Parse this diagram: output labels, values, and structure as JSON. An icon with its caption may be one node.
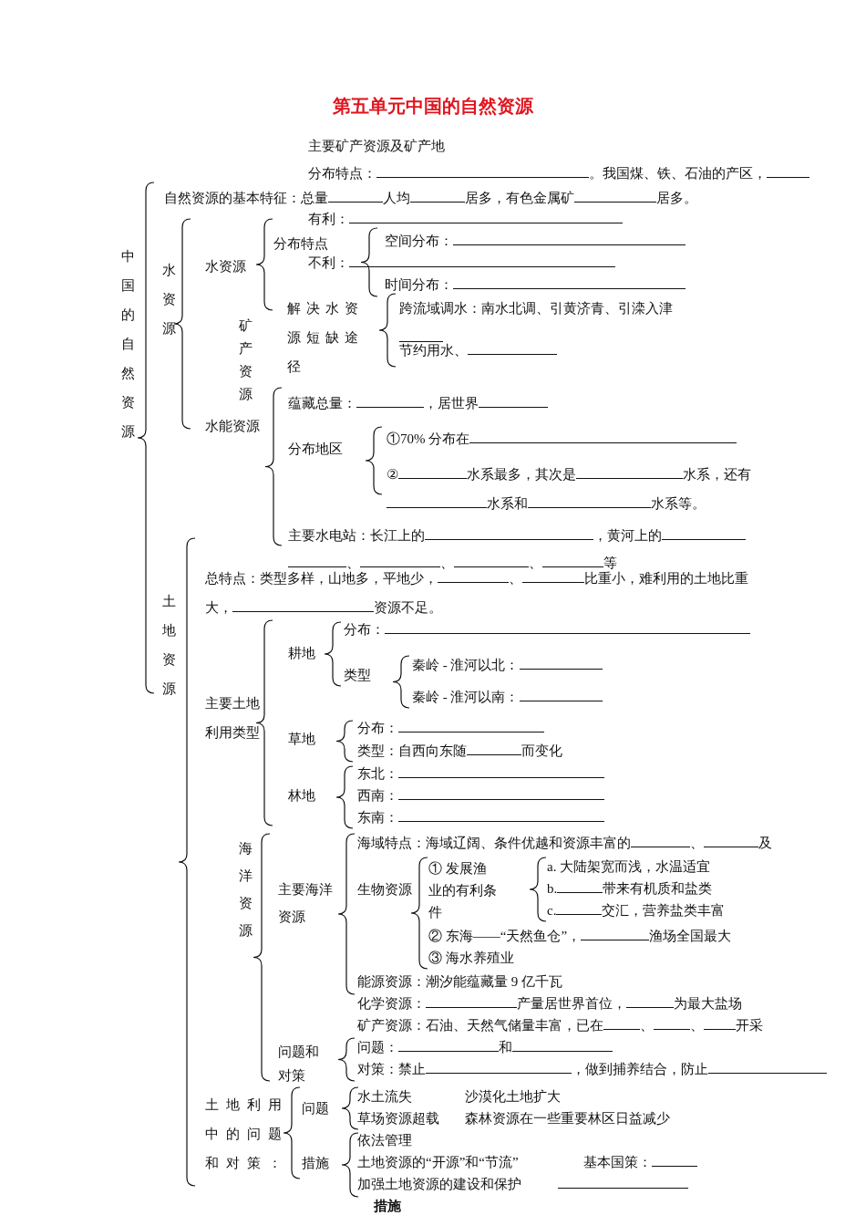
{
  "diagram": {
    "title": "第五单元中国的自然资源",
    "labels": [
      "分布特点：",
      "。我国煤、铁、石油的产区，",
      "自然资源的基本特征：总量",
      "人均",
      "居多，有色金属矿",
      "居多。",
      "中国的自然资源",
      "水资源",
      "水资源",
      "分布特点",
      "有利：",
      "不利：",
      "空间分布：",
      "时间分布：",
      "主要矿产资源及矿产地",
      "解决水资源短缺途径",
      "跨流域调水：南水北调、引黄济青、引滦入津",
      "节约用水、",
      "矿产资源",
      "水能资源",
      "蕴藏总量：",
      "，居世界",
      "分布地区",
      "①70% 分布在",
      "②",
      "水系最多，其次是",
      "水系，还有",
      "水系和",
      "水系等。",
      "主要水电站：长江上的",
      "，黄河上的",
      "、",
      "、",
      "、",
      "等",
      "土地资源",
      "总特点：类型多样，山地多，平地少，",
      "、",
      "比重小，难利用的土地比重大，",
      "资源不足。",
      "耕地",
      "分布：",
      "类型",
      "秦岭 - 淮河以北：",
      "秦岭 - 淮河以南：",
      "主要土地利用类型",
      "草地",
      "分布：",
      "类型：自西向东随",
      "而变化",
      "林地",
      "东北：",
      "西南：",
      "东南：",
      "海洋资源",
      "主要海洋资源",
      "海域特点：海域辽阔、条件优越和资源丰富的",
      "、",
      "及",
      "生物资源",
      "① 发展渔业的有利条件",
      "a. 大陆架宽而浅，水温适宜",
      "b.",
      "带来有机质和盐类",
      "c.",
      "交汇，营养盐类丰富",
      "② 东海——“天然鱼仓”，",
      "渔场全国最大",
      "③ 海水养殖业",
      "能源资源：潮汐能蕴藏量 9 亿千瓦",
      "化学资源：",
      "产量居世界首位，",
      "为最大盐场",
      "矿产资源：石油、天然气储量丰富，已在",
      "、",
      "、",
      "开采",
      "问题和对策",
      "问题：",
      "和",
      "对策：禁止",
      "，做到捕养结合，防止",
      "土地利用中的问题和对策：",
      "问题",
      "水土流失",
      "沙漠化土地扩大",
      "草场资源超载",
      "森林资源在一些重要林区日益减少",
      "措施",
      "依法管理",
      "土地资源的“开源”和“节流”",
      "基本国策：",
      "加强土地资源的建设和保护",
      "措施"
    ]
  }
}
